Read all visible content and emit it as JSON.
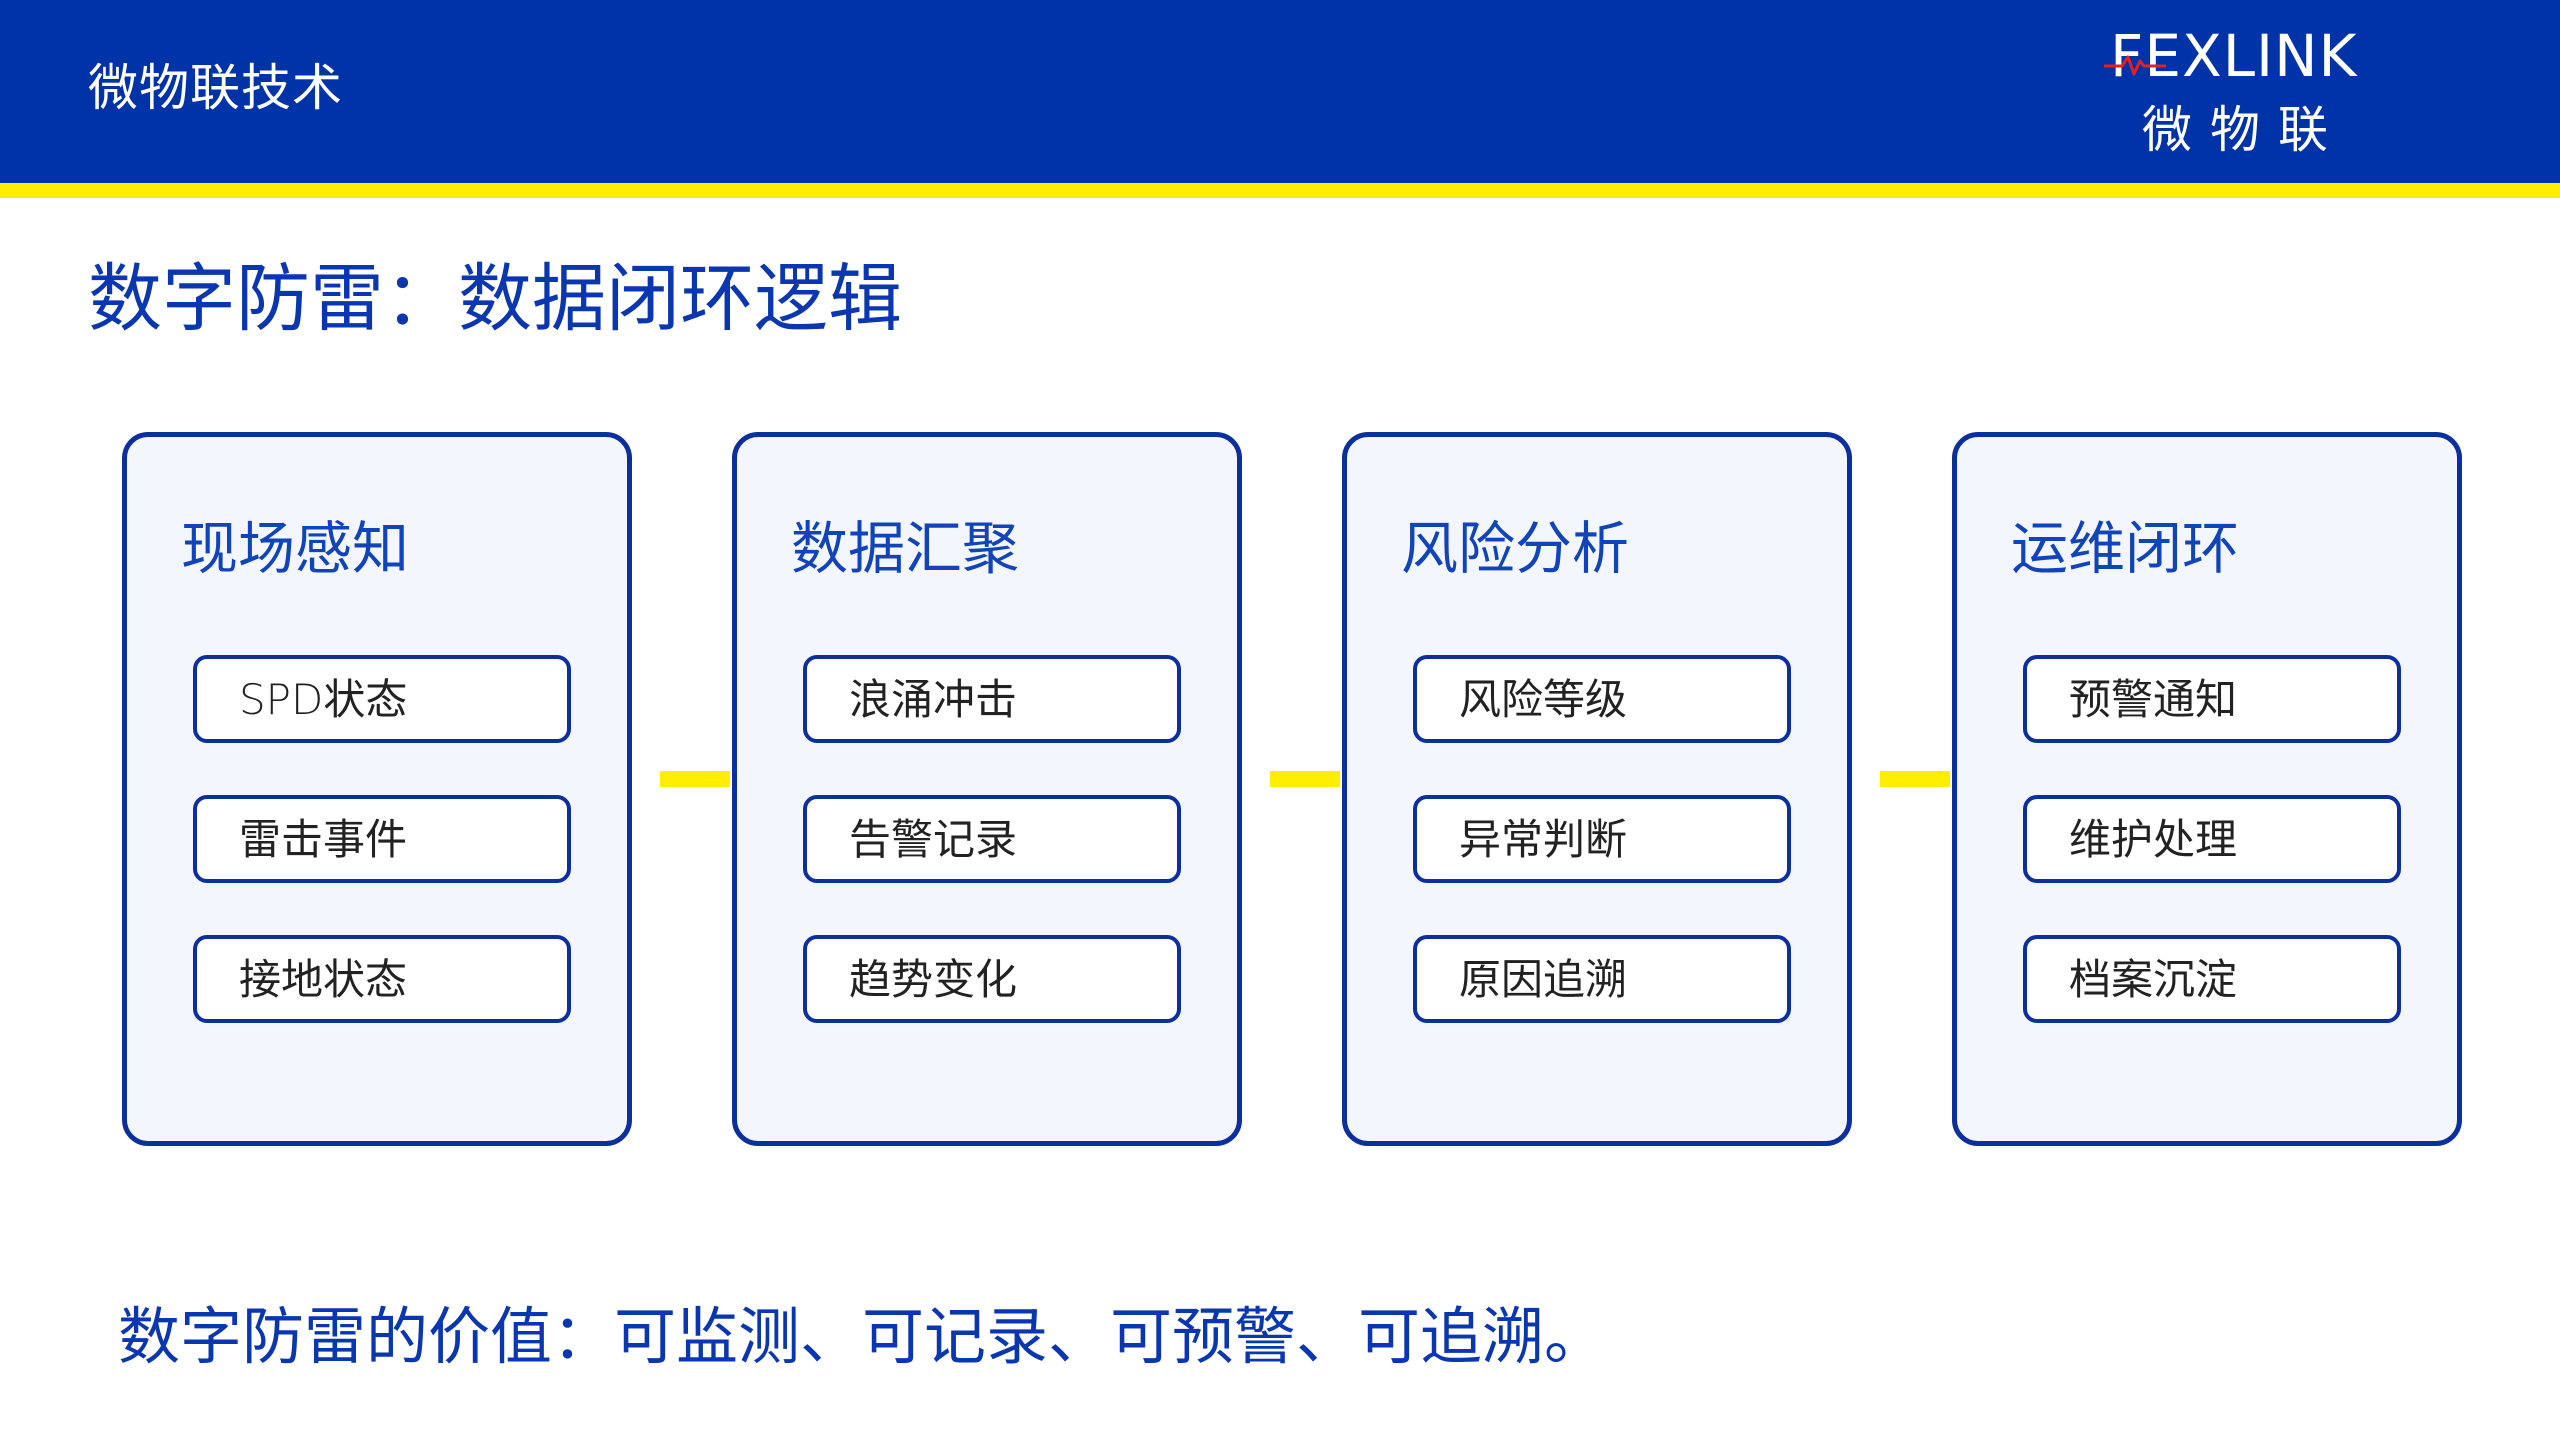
{
  "header": {
    "title": "微物联技术",
    "logo": {
      "word": "FEXLINK",
      "subtitle": "微物联",
      "pulse_color": "#e52020"
    }
  },
  "colors": {
    "header_bg": "#0033a8",
    "accent_yellow": "#ffee00",
    "title_blue": "#0a37b0",
    "card_border": "#0c2f9e",
    "card_bg": "#f3f6fc"
  },
  "page_title": "数字防雷：数据闭环逻辑",
  "stages": [
    {
      "title": "现场感知",
      "items": [
        "SPD状态",
        "雷击事件",
        "接地状态"
      ]
    },
    {
      "title": "数据汇聚",
      "items": [
        "浪涌冲击",
        "告警记录",
        "趋势变化"
      ]
    },
    {
      "title": "风险分析",
      "items": [
        "风险等级",
        "异常判断",
        "原因追溯"
      ]
    },
    {
      "title": "运维闭环",
      "items": [
        "预警通知",
        "维护处理",
        "档案沉淀"
      ]
    }
  ],
  "footer_note": "数字防雷的价值：可监测、可记录、可预警、可追溯。"
}
